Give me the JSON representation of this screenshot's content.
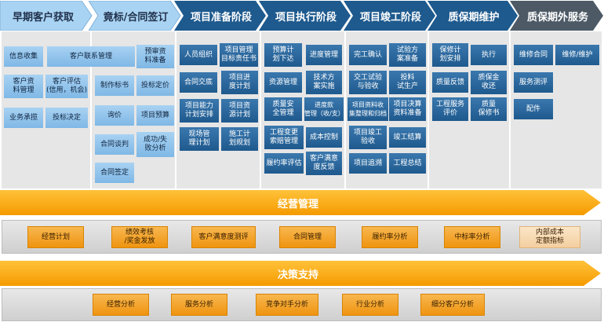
{
  "colors": {
    "chevron_light": "#a9d3f2",
    "chevron_dark": "#1e5a8e",
    "chevron_last": "#4d5a66",
    "box_light": "#92c5ec",
    "box_dark": "#28669c",
    "band": "#f5a300",
    "orange_box": "#f2a12a"
  },
  "phases": [
    {
      "label": "早期客户获取",
      "style": "light"
    },
    {
      "label": "竟标/合同签订",
      "style": "light"
    },
    {
      "label": "项目准备阶段",
      "style": "dark"
    },
    {
      "label": "项目执行阶段",
      "style": "dark"
    },
    {
      "label": "项目竣工阶段",
      "style": "dark"
    },
    {
      "label": "质保期维护",
      "style": "dark"
    },
    {
      "label": "质保期外服务",
      "style": "last"
    }
  ],
  "col1": {
    "info_collect": "信息收集",
    "contact_mgmt": "客户联系管理",
    "customer_profile": "客户资\n料管理",
    "customer_eval": "客户评估\n(信用，机会)",
    "bid_plan": "业务承揽",
    "bid_decision": "投标决定"
  },
  "col2": {
    "budget_prep": "预审资\n料准备",
    "bid_book": "制作标书",
    "bid_price": "投标定价",
    "inquiry": "询价",
    "project_budget": "项目预算",
    "contract_nego": "合同谈判",
    "win_loss": "成功/失\n败分析",
    "contract_sign": "合同签定"
  },
  "col3": {
    "staff_org": "人员组织",
    "pm_task": "项目管理\n目标责任书",
    "contract_handover": "合同交底",
    "progress_plan": "项目进\n度计划",
    "capability_plan": "项目能力\n计划安排",
    "resource_plan": "项目资\n源计划",
    "site_mgmt": "现场管\n理计划",
    "construction_plan": "施工计\n划规划"
  },
  "col4": {
    "budget_issue": "预算计\n划下达",
    "progress_mgmt": "进度管理",
    "resource_mgmt": "资源管理",
    "tech_plan": "技术方\n案实施",
    "quality_safety": "质量安\n全管理",
    "payment_mgmt": "进度款\n管理（收/支）",
    "change_claim": "工程变更\n索赔管理",
    "cost_control": "成本控制",
    "performance_eval": "履约率评估",
    "satisfaction": "客户满意\n度反馈"
  },
  "col5": {
    "complete_confirm": "完工确认",
    "trial_prep": "试验方\n案准备",
    "handover_accept": "交工试验\n与验收",
    "trial_production": "投料\n试生产",
    "data_archive": "项目资料收\n集整理和归档",
    "settlement_prep": "项目决算\n资料准备",
    "completion_accept": "项目竣工\n验收",
    "completion_settle": "竣工结算",
    "project_review": "项目追溯",
    "project_summary": "工程总结"
  },
  "col6": {
    "warranty_plan": "保修计\n划安排",
    "execute": "执行",
    "quality_feedback": "质量反馈",
    "warranty_deposit": "质保金\n收还",
    "service_eval": "工程服务\n评价",
    "quality_warranty_book": "质量\n保修书"
  },
  "col7": {
    "maintenance_contract": "维修合同",
    "maintenance": "维修/维护",
    "service_eval": "服务测评",
    "parts": "配件"
  },
  "bands": {
    "operations": "经营管理",
    "decision": "决策支持"
  },
  "operations_items": [
    "经营计划",
    "绩效考核\n/奖金发放",
    "客户满意度测评",
    "合同管理",
    "履约率分析",
    "中标率分析",
    "内部成本\n定额指标"
  ],
  "decision_items": [
    "经营分析",
    "服务分析",
    "竞争对手分析",
    "行业分析",
    "细分客户分析"
  ]
}
